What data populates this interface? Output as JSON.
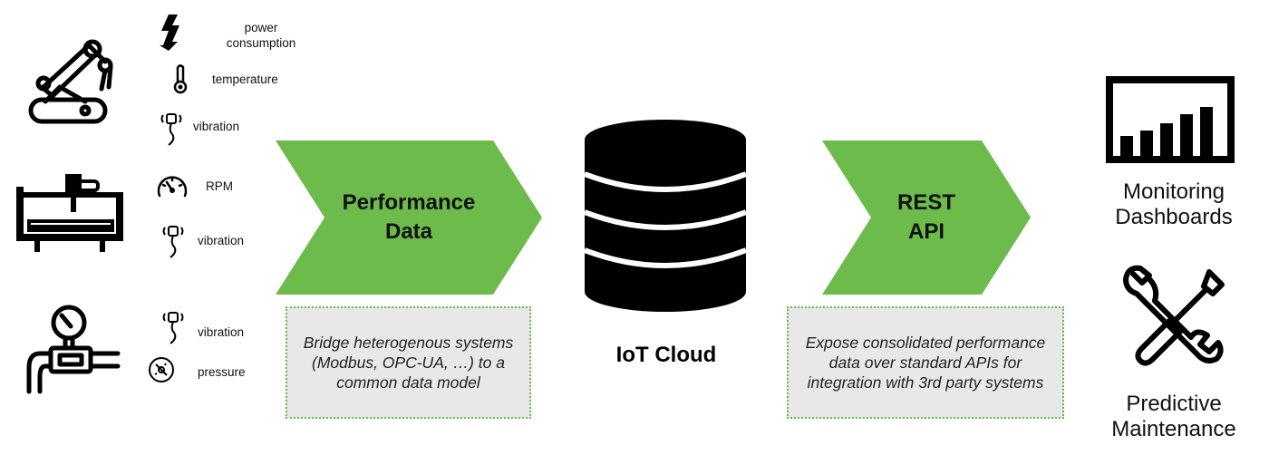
{
  "colors": {
    "arrow_green": "#6cbb4b",
    "note_bg": "#e8e8e8",
    "dark": "#000000"
  },
  "machines": [
    {
      "icon": "robot-arm-icon"
    },
    {
      "icon": "cnc-machine-icon"
    },
    {
      "icon": "pressure-pipe-icon"
    }
  ],
  "sensors": {
    "power": {
      "icon": "lightning-icon",
      "label_line1": "power",
      "label_line2": "consumption"
    },
    "temperature": {
      "icon": "thermometer-icon",
      "label": "temperature"
    },
    "vibration1": {
      "icon": "vibration-sensor-icon",
      "label": "vibration"
    },
    "rpm": {
      "icon": "speedometer-icon",
      "label": "RPM"
    },
    "vibration2": {
      "icon": "vibration-sensor-icon",
      "label": "vibration"
    },
    "vibration3": {
      "icon": "vibration-sensor-icon",
      "label": "vibration"
    },
    "pressure": {
      "icon": "pressure-gauge-icon",
      "label": "pressure"
    }
  },
  "left_arrow": {
    "title_line1": "Performance",
    "title_line2": "Data",
    "note": "Bridge heterogenous systems (Modbus, OPC-UA, …) to a common data model"
  },
  "cloud": {
    "icon": "database-icon",
    "label": "IoT Cloud"
  },
  "right_arrow": {
    "title_line1": "REST",
    "title_line2": "API",
    "note": "Expose consolidated performance data over standard APIs for integration with 3rd party systems"
  },
  "outputs": {
    "monitoring": {
      "icon": "bar-chart-icon",
      "label_line1": "Monitoring",
      "label_line2": "Dashboards"
    },
    "maintenance": {
      "icon": "wrench-screwdriver-icon",
      "label_line1": "Predictive",
      "label_line2": "Maintenance"
    }
  }
}
